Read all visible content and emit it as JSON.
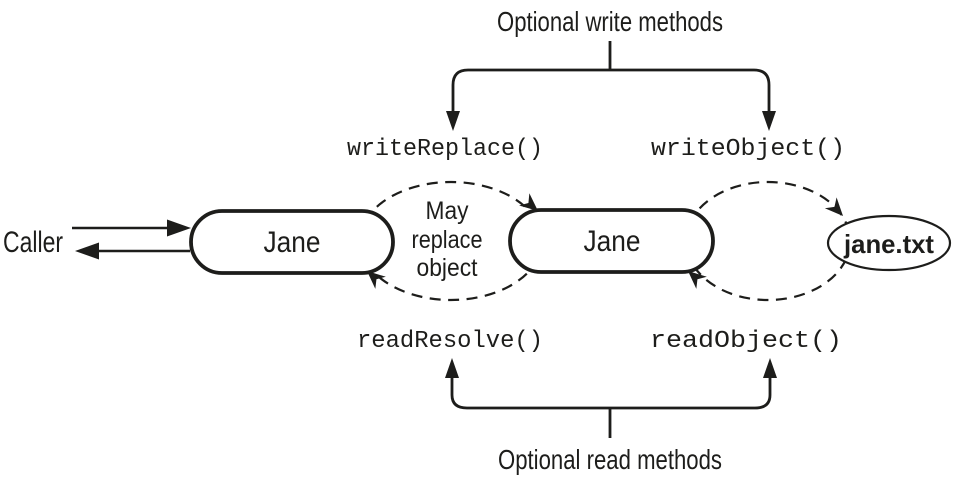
{
  "colors": {
    "ink": "#1d1d1b",
    "background": "#ffffff"
  },
  "diagram": {
    "title_top": "Optional write methods",
    "title_bottom": "Optional read methods",
    "caller_label": "Caller",
    "objects": {
      "original_label": "Jane",
      "replacement_label": "Jane",
      "file_label": "jane.txt"
    },
    "replace_note": {
      "line1": "May",
      "line2": "replace",
      "line3": "object"
    },
    "methods": {
      "write_replace": "writeReplace()",
      "write_object": "writeObject()",
      "read_resolve": "readResolve()",
      "read_object": "readObject()"
    }
  }
}
